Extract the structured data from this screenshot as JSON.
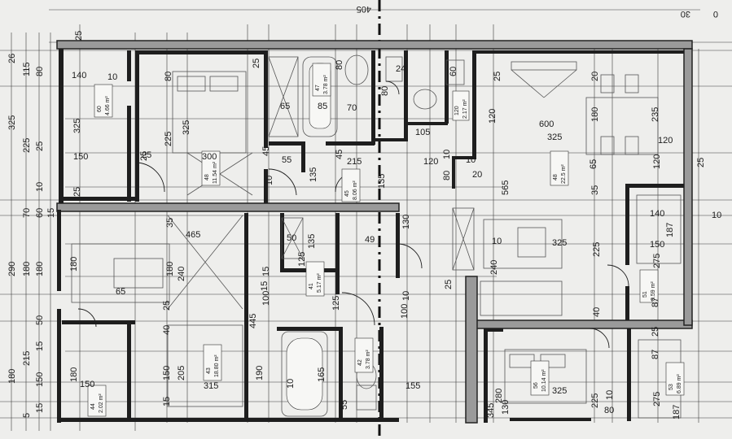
{
  "top_dims": [
    {
      "id": "t405",
      "text": "405"
    },
    {
      "id": "t30",
      "text": "30"
    },
    {
      "id": "t0",
      "text": "0"
    }
  ],
  "left_dims": [
    {
      "id": "l26",
      "text": "26"
    },
    {
      "id": "l115",
      "text": "115"
    },
    {
      "id": "l80",
      "text": "80"
    },
    {
      "id": "l325",
      "text": "325"
    },
    {
      "id": "l225",
      "text": "225"
    },
    {
      "id": "l25a",
      "text": "25"
    },
    {
      "id": "l10",
      "text": "10"
    },
    {
      "id": "l70",
      "text": "70"
    },
    {
      "id": "l60",
      "text": "60"
    },
    {
      "id": "l15a",
      "text": "15"
    },
    {
      "id": "l290",
      "text": "290"
    },
    {
      "id": "l180a",
      "text": "180"
    },
    {
      "id": "l180b",
      "text": "180"
    },
    {
      "id": "l50",
      "text": "50"
    },
    {
      "id": "l215",
      "text": "215"
    },
    {
      "id": "l15b",
      "text": "15"
    },
    {
      "id": "l150",
      "text": "150"
    },
    {
      "id": "l180c",
      "text": "180"
    },
    {
      "id": "l15c",
      "text": "15"
    },
    {
      "id": "l5",
      "text": "5"
    }
  ],
  "rooms": [
    {
      "id": "r60",
      "num": "60",
      "area": "4.66 m²"
    },
    {
      "id": "r48b",
      "num": "48",
      "area": "11.54 m²"
    },
    {
      "id": "r47",
      "num": "47",
      "area": "3.78 m²"
    },
    {
      "id": "r120",
      "num": "120",
      "area": "2.17 m²"
    },
    {
      "id": "r45",
      "num": "45",
      "area": "8.06 m²"
    },
    {
      "id": "r48",
      "num": "48",
      "area": "22.5 m²"
    },
    {
      "id": "r41",
      "num": "41",
      "area": "5.17 m²"
    },
    {
      "id": "r43",
      "num": "43",
      "area": "18.80 m²"
    },
    {
      "id": "r42",
      "num": "42",
      "area": "3.78 m²"
    },
    {
      "id": "r44",
      "num": "44",
      "area": "2.02 m²"
    },
    {
      "id": "r56",
      "num": "56",
      "area": "10.14 m²"
    },
    {
      "id": "r51",
      "num": "51",
      "area": "8.59 m²"
    },
    {
      "id": "r53",
      "num": "53",
      "area": "6.89 m²"
    }
  ],
  "labels": [
    {
      "id": "d25a",
      "text": "25"
    },
    {
      "id": "d140",
      "text": "140"
    },
    {
      "id": "d10a",
      "text": "10"
    },
    {
      "id": "d80a",
      "text": "80"
    },
    {
      "id": "d325a",
      "text": "325"
    },
    {
      "id": "d225a",
      "text": "225"
    },
    {
      "id": "d325b",
      "text": "325"
    },
    {
      "id": "d150a",
      "text": "150"
    },
    {
      "id": "d25b",
      "text": "25"
    },
    {
      "id": "d300",
      "text": "300"
    },
    {
      "id": "d25c",
      "text": "25"
    },
    {
      "id": "d25d",
      "text": "25"
    },
    {
      "id": "d65",
      "text": "65"
    },
    {
      "id": "d85",
      "text": "85"
    },
    {
      "id": "d70",
      "text": "70"
    },
    {
      "id": "d80b",
      "text": "80"
    },
    {
      "id": "d80c",
      "text": "80"
    },
    {
      "id": "d24",
      "text": "24"
    },
    {
      "id": "d60",
      "text": "60"
    },
    {
      "id": "d25e",
      "text": "25"
    },
    {
      "id": "d20a",
      "text": "20"
    },
    {
      "id": "d120a",
      "text": "120"
    },
    {
      "id": "d600",
      "text": "600"
    },
    {
      "id": "d325c",
      "text": "325"
    },
    {
      "id": "d180a",
      "text": "180"
    },
    {
      "id": "d235",
      "text": "235"
    },
    {
      "id": "d120b",
      "text": "120"
    },
    {
      "id": "d105",
      "text": "105"
    },
    {
      "id": "d120c",
      "text": "120"
    },
    {
      "id": "d25f",
      "text": "25"
    },
    {
      "id": "d45a",
      "text": "45"
    },
    {
      "id": "d45b",
      "text": "45"
    },
    {
      "id": "d215",
      "text": "215"
    },
    {
      "id": "d55",
      "text": "55"
    },
    {
      "id": "d135a",
      "text": "135"
    },
    {
      "id": "d135b",
      "text": "135"
    },
    {
      "id": "d10b",
      "text": "10"
    },
    {
      "id": "d80d",
      "text": "80"
    },
    {
      "id": "d10c",
      "text": "10"
    },
    {
      "id": "d20b",
      "text": "20"
    },
    {
      "id": "d565",
      "text": "565"
    },
    {
      "id": "d35",
      "text": "35"
    },
    {
      "id": "d65b",
      "text": "65"
    },
    {
      "id": "d120d",
      "text": "120"
    },
    {
      "id": "d25g",
      "text": "25"
    },
    {
      "id": "d10d",
      "text": "10"
    },
    {
      "id": "d140b",
      "text": "140"
    },
    {
      "id": "d10e",
      "text": "10"
    },
    {
      "id": "d187",
      "text": "187"
    },
    {
      "id": "d150b",
      "text": "150"
    },
    {
      "id": "d275",
      "text": "275"
    },
    {
      "id": "d35b",
      "text": "35"
    },
    {
      "id": "d465",
      "text": "465"
    },
    {
      "id": "d180b",
      "text": "180"
    },
    {
      "id": "d240",
      "text": "240"
    },
    {
      "id": "d445",
      "text": "445"
    },
    {
      "id": "d50",
      "text": "50"
    },
    {
      "id": "d135c",
      "text": "135"
    },
    {
      "id": "d49",
      "text": "49"
    },
    {
      "id": "d130",
      "text": "130"
    },
    {
      "id": "d10f",
      "text": "10"
    },
    {
      "id": "d240b",
      "text": "240"
    },
    {
      "id": "d325d",
      "text": "325"
    },
    {
      "id": "d225b",
      "text": "225"
    },
    {
      "id": "d25h",
      "text": "25"
    },
    {
      "id": "d180c",
      "text": "180"
    },
    {
      "id": "d65c",
      "text": "65"
    },
    {
      "id": "d125a",
      "text": "125"
    },
    {
      "id": "d125b",
      "text": "125"
    },
    {
      "id": "d100",
      "text": "100"
    },
    {
      "id": "d15a",
      "text": "15"
    },
    {
      "id": "d190",
      "text": "190"
    },
    {
      "id": "d25i",
      "text": "25"
    },
    {
      "id": "d40a",
      "text": "40"
    },
    {
      "id": "d205",
      "text": "205"
    },
    {
      "id": "d150c",
      "text": "150"
    },
    {
      "id": "d315",
      "text": "315"
    },
    {
      "id": "d15b",
      "text": "15"
    },
    {
      "id": "d180d",
      "text": "180"
    },
    {
      "id": "d150d",
      "text": "150"
    },
    {
      "id": "d10g",
      "text": "10"
    },
    {
      "id": "d165",
      "text": "165"
    },
    {
      "id": "d55b",
      "text": "55"
    },
    {
      "id": "d155",
      "text": "155"
    },
    {
      "id": "d345",
      "text": "345"
    },
    {
      "id": "d280",
      "text": "280"
    },
    {
      "id": "d130b",
      "text": "130"
    },
    {
      "id": "d325e",
      "text": "325"
    },
    {
      "id": "d225c",
      "text": "225"
    },
    {
      "id": "d40b",
      "text": "40"
    },
    {
      "id": "d87a",
      "text": "87"
    },
    {
      "id": "d87b",
      "text": "87"
    },
    {
      "id": "d187b",
      "text": "187"
    },
    {
      "id": "d275b",
      "text": "275"
    },
    {
      "id": "d25j",
      "text": "25"
    },
    {
      "id": "d80e",
      "text": "80"
    },
    {
      "id": "d10h",
      "text": "10"
    },
    {
      "id": "d100b",
      "text": "100"
    },
    {
      "id": "d10i",
      "text": "10"
    },
    {
      "id": "d15c",
      "text": "15"
    }
  ]
}
